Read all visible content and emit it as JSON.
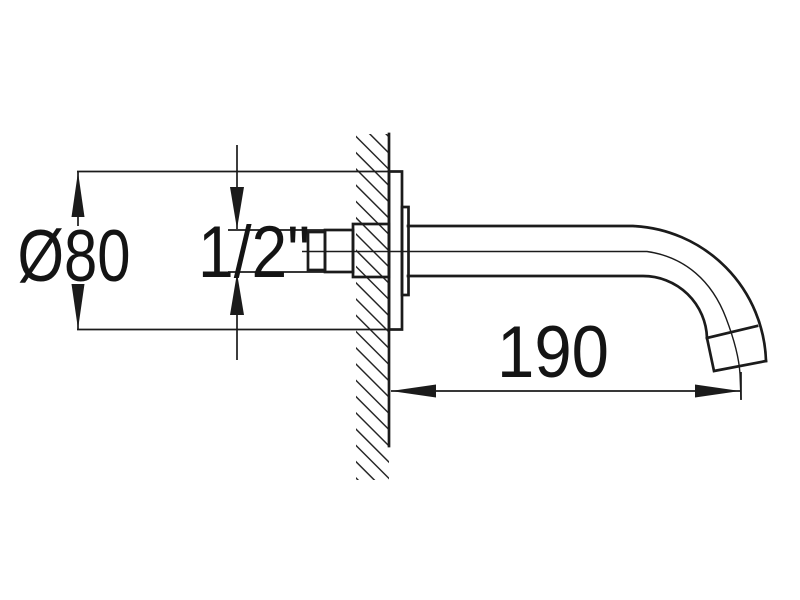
{
  "page": {
    "background": "#ffffff",
    "ink": "#1b1b1b"
  },
  "drawing": {
    "kind": "wall-mounted-spout-dimension-drawing",
    "labels": {
      "diameter": "Ø80",
      "thread": "1/2\"",
      "projection": "190"
    }
  }
}
